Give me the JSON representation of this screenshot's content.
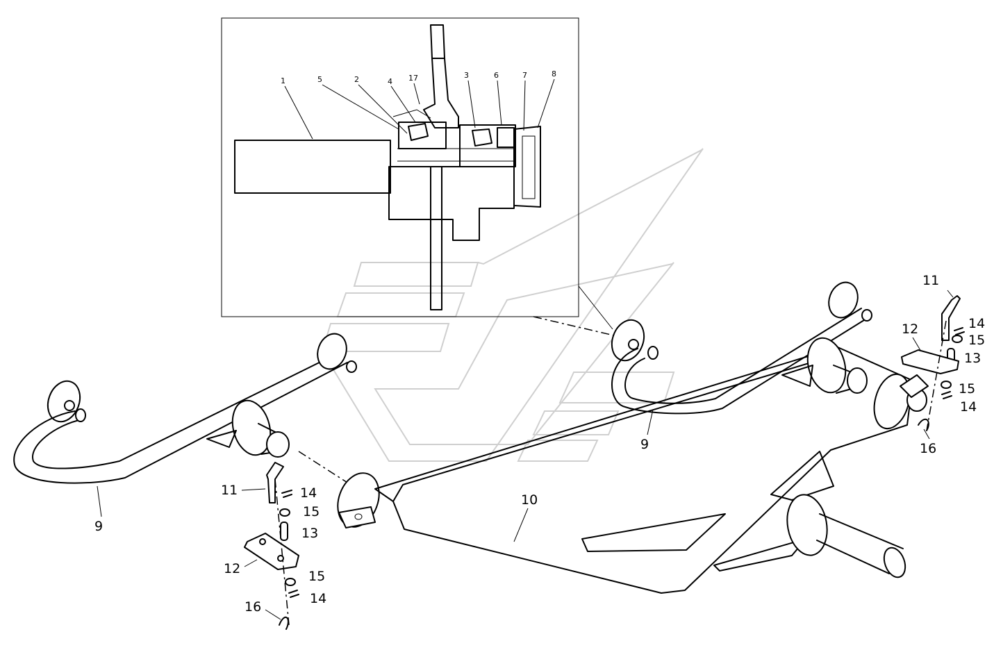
{
  "diagram": {
    "inset_labels": [
      "1",
      "5",
      "2",
      "4",
      "17",
      "3",
      "6",
      "7",
      "8"
    ],
    "left_assembly_labels": {
      "axle": "9",
      "pin": "11",
      "clip_top": "14",
      "washer_top": "15",
      "sleeve": "13",
      "plate": "12",
      "washer_bottom": "15",
      "clip_bottom": "14",
      "cotter": "16"
    },
    "center_beam_label": "10",
    "right_assembly_labels": {
      "axle": "9",
      "pin": "11",
      "clip_top": "14",
      "washer_top": "15",
      "sleeve": "13",
      "plate": "12",
      "washer_bottom": "15",
      "clip_bottom": "14",
      "cotter": "16"
    }
  }
}
